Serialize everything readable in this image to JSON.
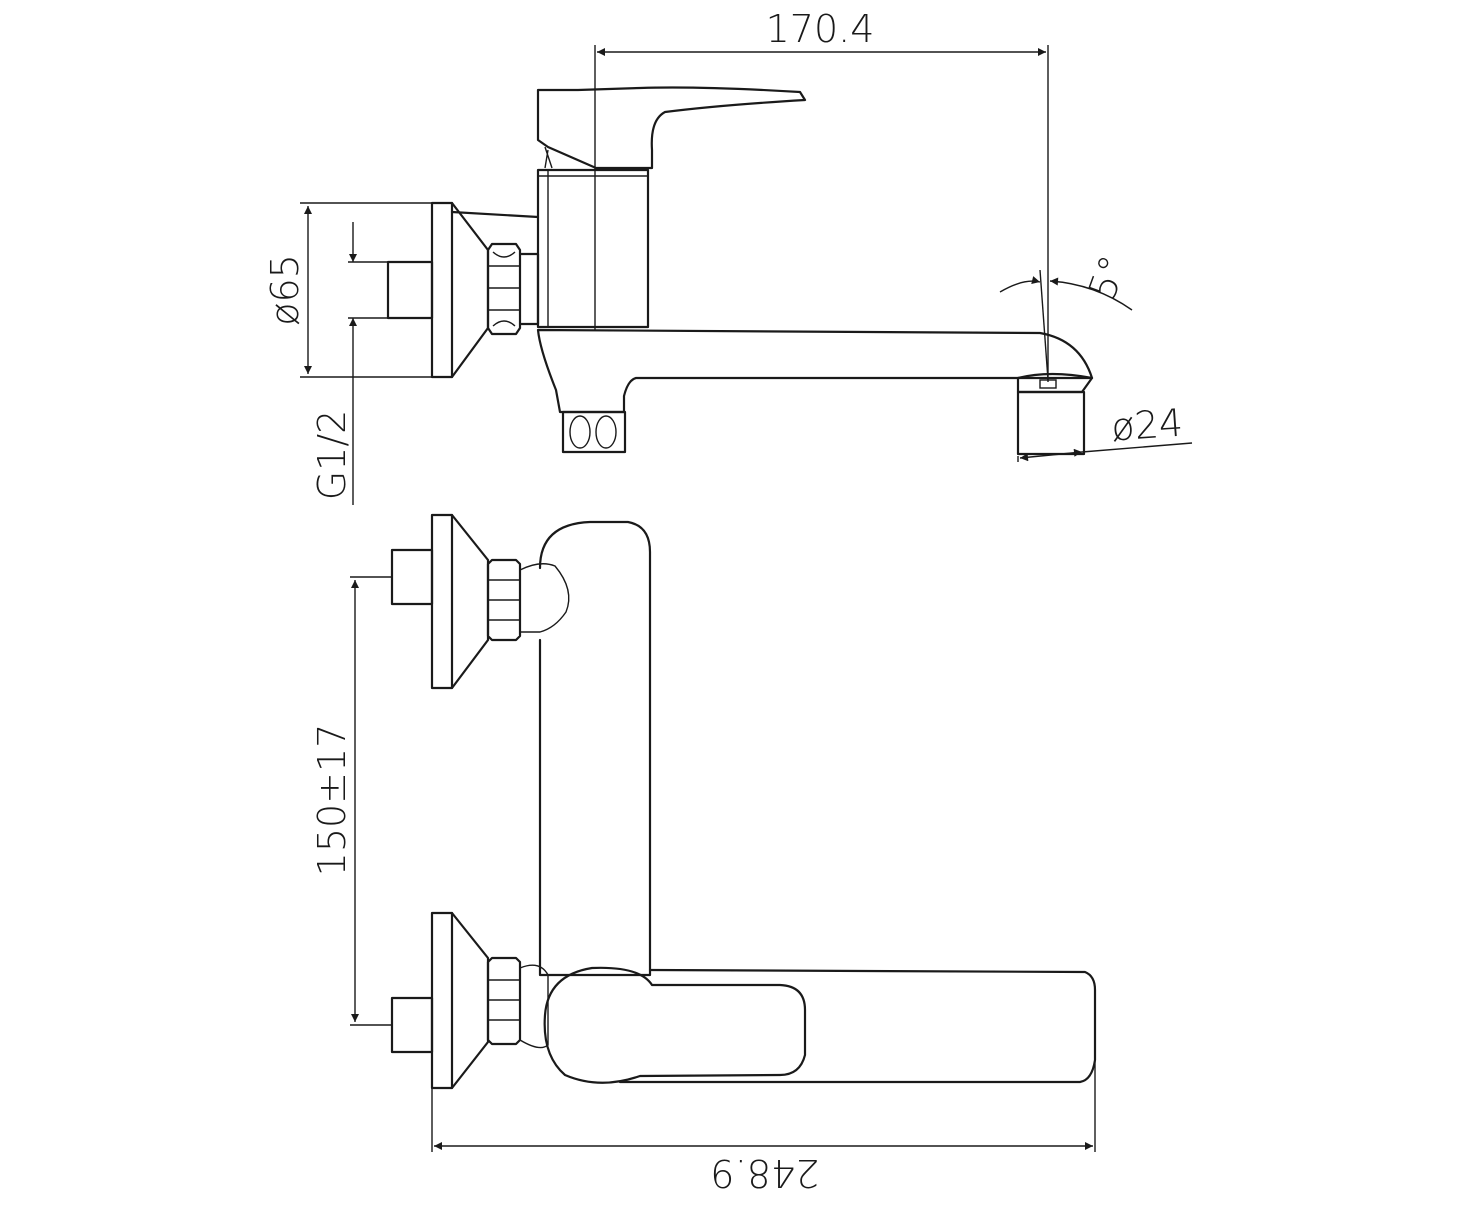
{
  "dimensions": {
    "spout_reach": "170.4",
    "flange_diameter": "ø65",
    "thread": "G1/2",
    "spout_angle": "5°",
    "aerator_diameter": "ø24",
    "centers": "150±17",
    "overall_width": "248.9"
  }
}
